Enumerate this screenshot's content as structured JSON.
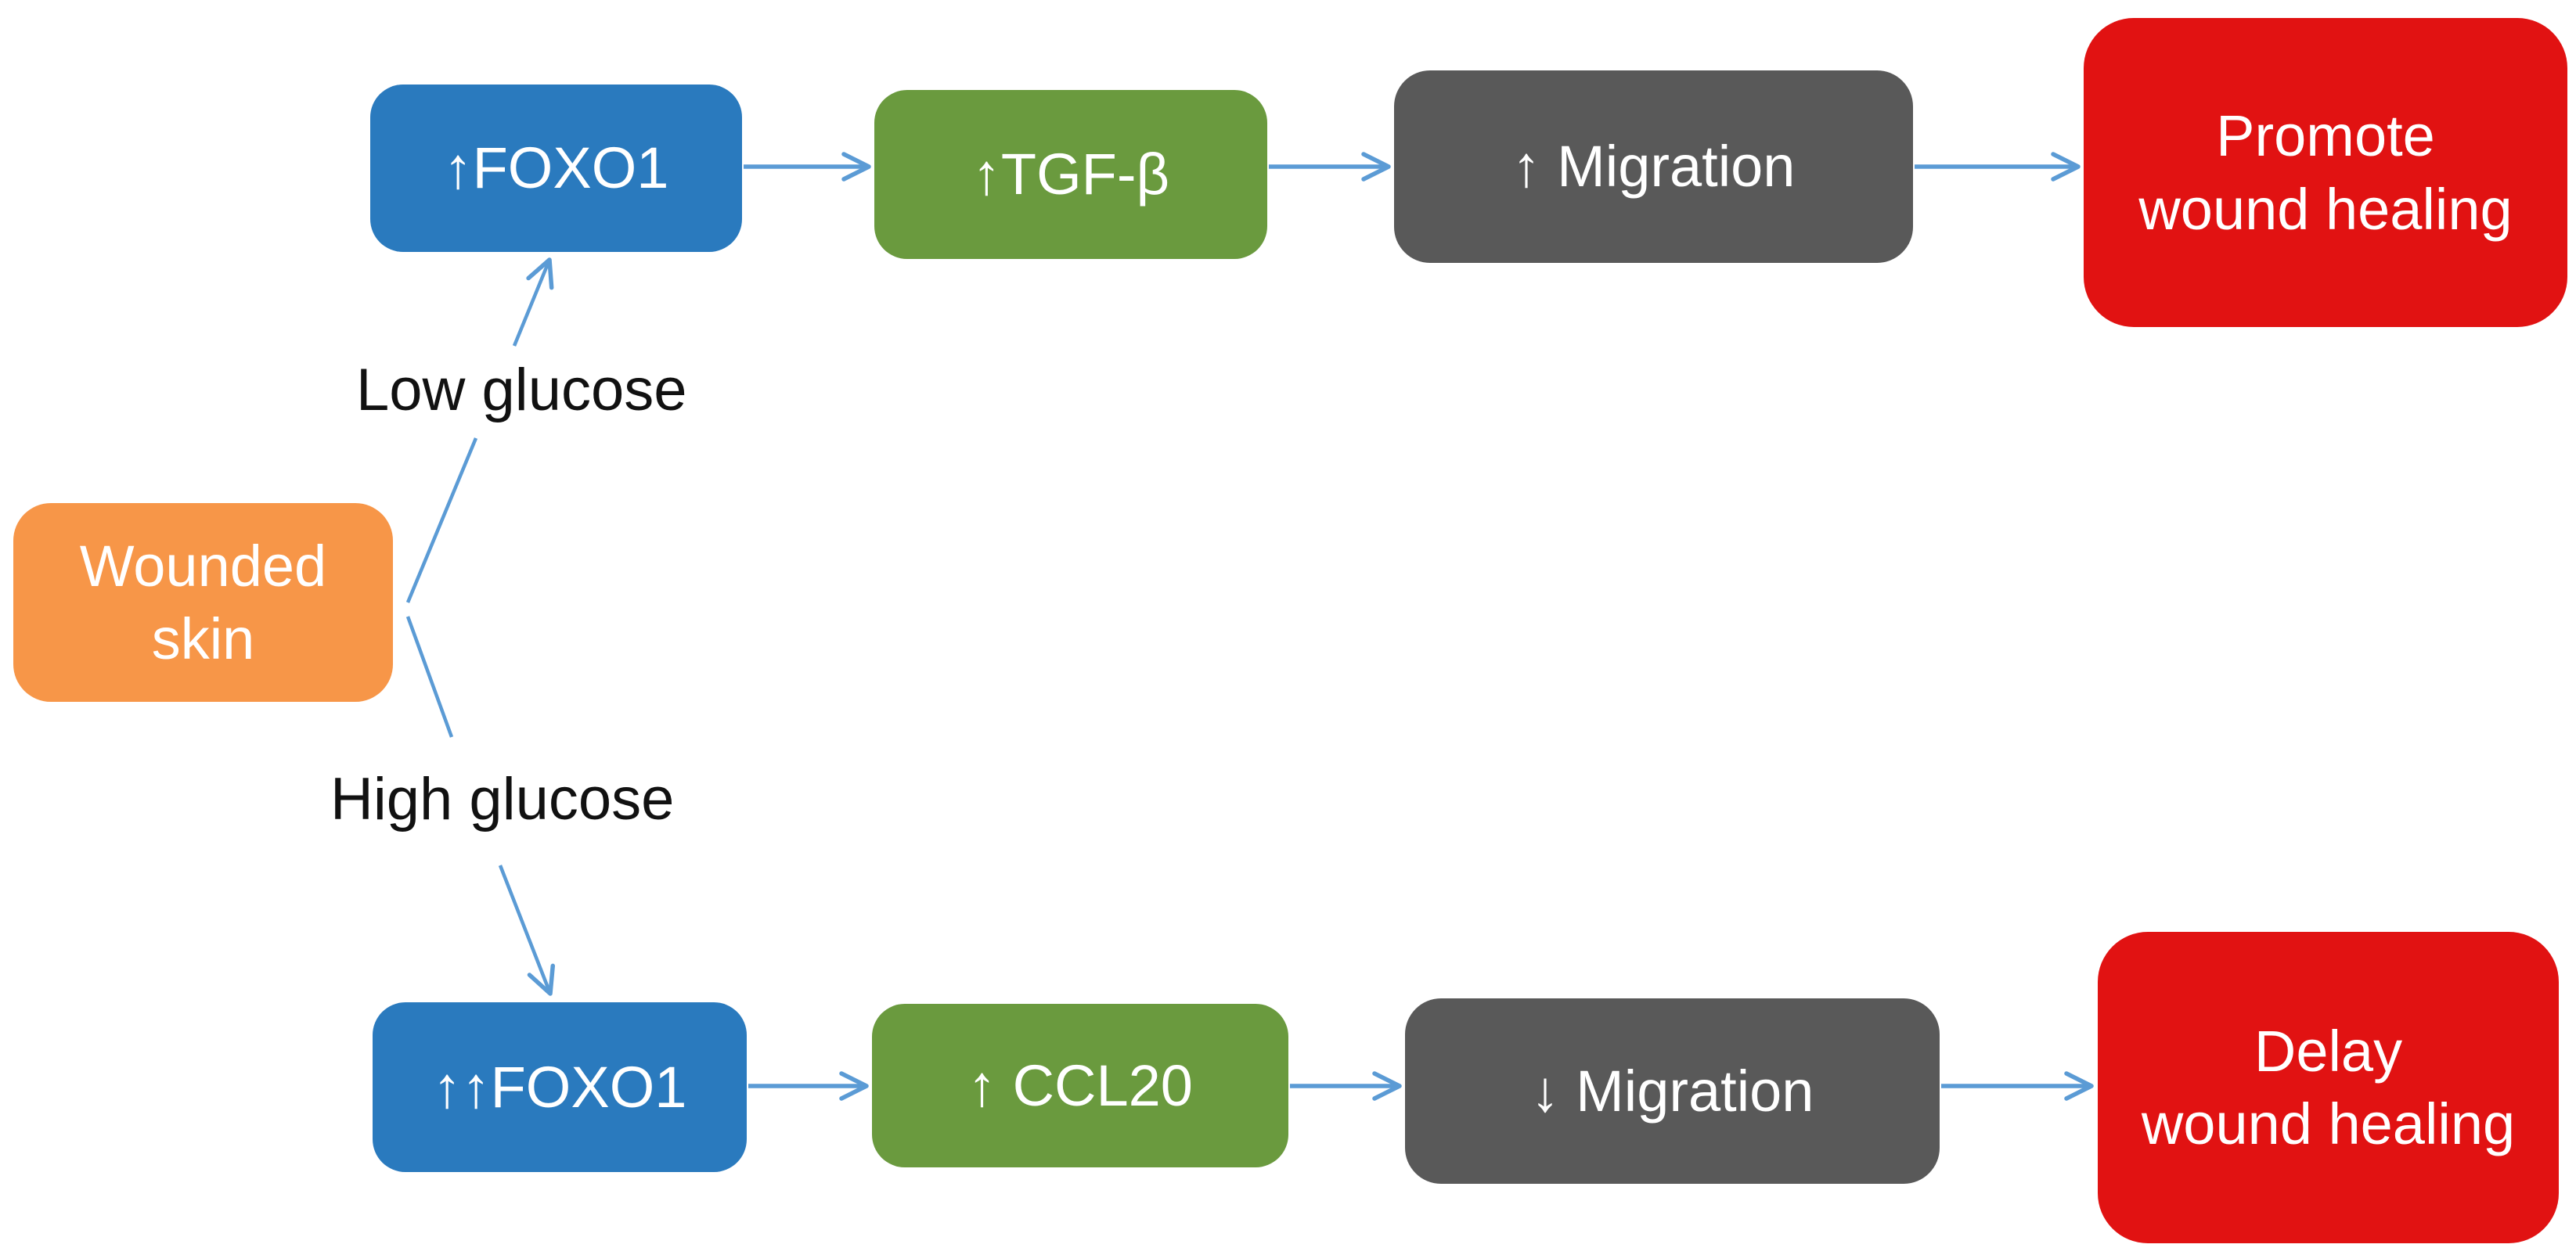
{
  "nodes": {
    "wounded_skin": {
      "label": "Wounded\nskin",
      "color": "#F79648"
    },
    "foxo1_low": {
      "label": "↑FOXO1",
      "color": "#2A7ABE"
    },
    "tgfb": {
      "label": "↑TGF-β",
      "color": "#6A9A3E"
    },
    "migration_up": {
      "label": "↑ Migration",
      "color": "#595959"
    },
    "promote": {
      "label": "Promote\nwound healing",
      "color": "#E11212"
    },
    "foxo1_high": {
      "label": "↑↑FOXO1",
      "color": "#2A7ABE"
    },
    "ccl20": {
      "label": "↑ CCL20",
      "color": "#6A9A3E"
    },
    "migration_down": {
      "label": "↓ Migration",
      "color": "#595959"
    },
    "delay": {
      "label": "Delay\nwound healing",
      "color": "#E11212"
    }
  },
  "edge_labels": {
    "low_glucose": "Low glucose",
    "high_glucose": "High glucose"
  },
  "colors": {
    "arrow": "#5B9BD5",
    "node_text": "#FFFFFF",
    "label_text": "#111111",
    "background": "#FFFFFF"
  }
}
